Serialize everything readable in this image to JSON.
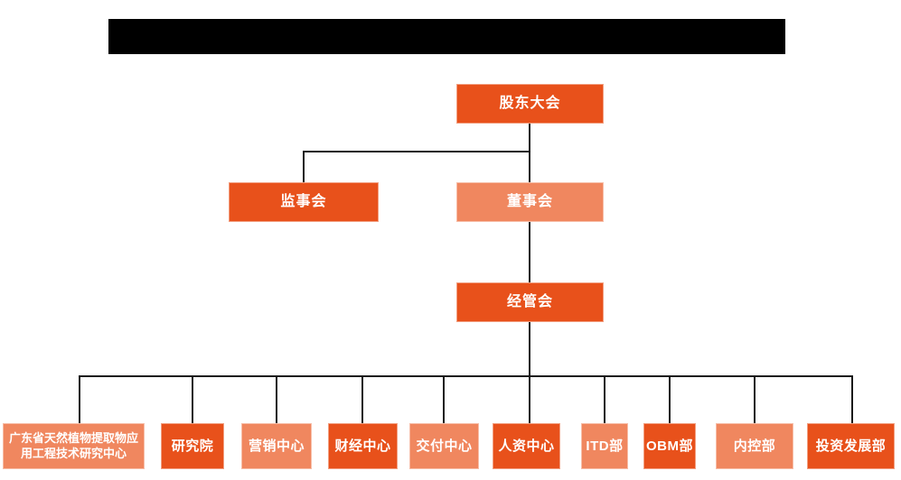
{
  "colors": {
    "primary": "#E8511B",
    "secondary": "#F0875F",
    "connector": "#1A1A1A",
    "text": "#FFFFFF",
    "redaction": "#000000"
  },
  "header": {
    "redacted": true
  },
  "org": {
    "root": {
      "label": "股东大会",
      "variant": "primary"
    },
    "level2": [
      {
        "label": "监事会",
        "variant": "primary"
      },
      {
        "label": "董事会",
        "variant": "secondary"
      }
    ],
    "level3": {
      "label": "经管会",
      "variant": "primary"
    },
    "departments": [
      {
        "label": "广东省天然植物提取物应用工程技术研究中心",
        "variant": "secondary"
      },
      {
        "label": "研究院",
        "variant": "primary"
      },
      {
        "label": "营销中心",
        "variant": "secondary"
      },
      {
        "label": "财经中心",
        "variant": "primary"
      },
      {
        "label": "交付中心",
        "variant": "secondary"
      },
      {
        "label": "人资中心",
        "variant": "primary"
      },
      {
        "label": "ITD部",
        "variant": "secondary"
      },
      {
        "label": "OBM部",
        "variant": "primary"
      },
      {
        "label": "内控部",
        "variant": "secondary"
      },
      {
        "label": "投资发展部",
        "variant": "primary"
      }
    ]
  }
}
